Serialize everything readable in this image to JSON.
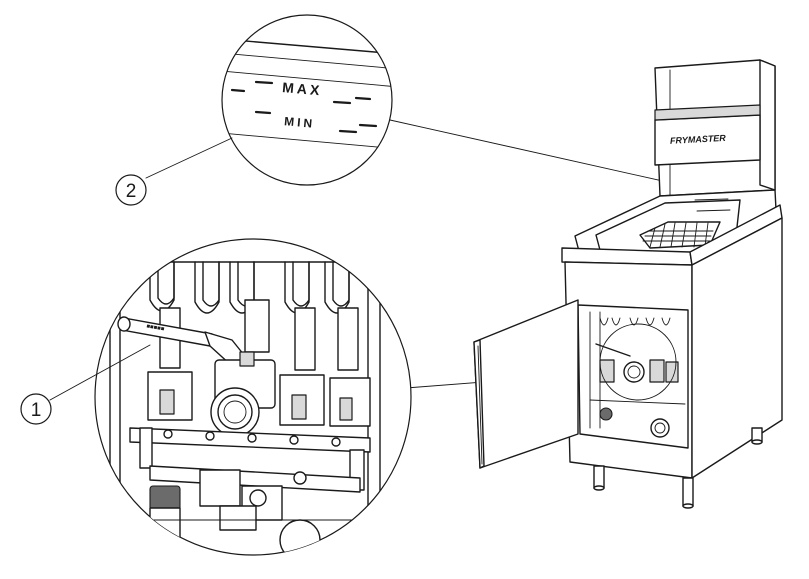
{
  "callouts": [
    {
      "number": "1"
    },
    {
      "number": "2"
    }
  ],
  "marks": {
    "max_label": "MAX",
    "min_label": "MIN"
  },
  "brand": {
    "text": "FRYMASTER"
  },
  "valve_tag": "■■■■■"
}
